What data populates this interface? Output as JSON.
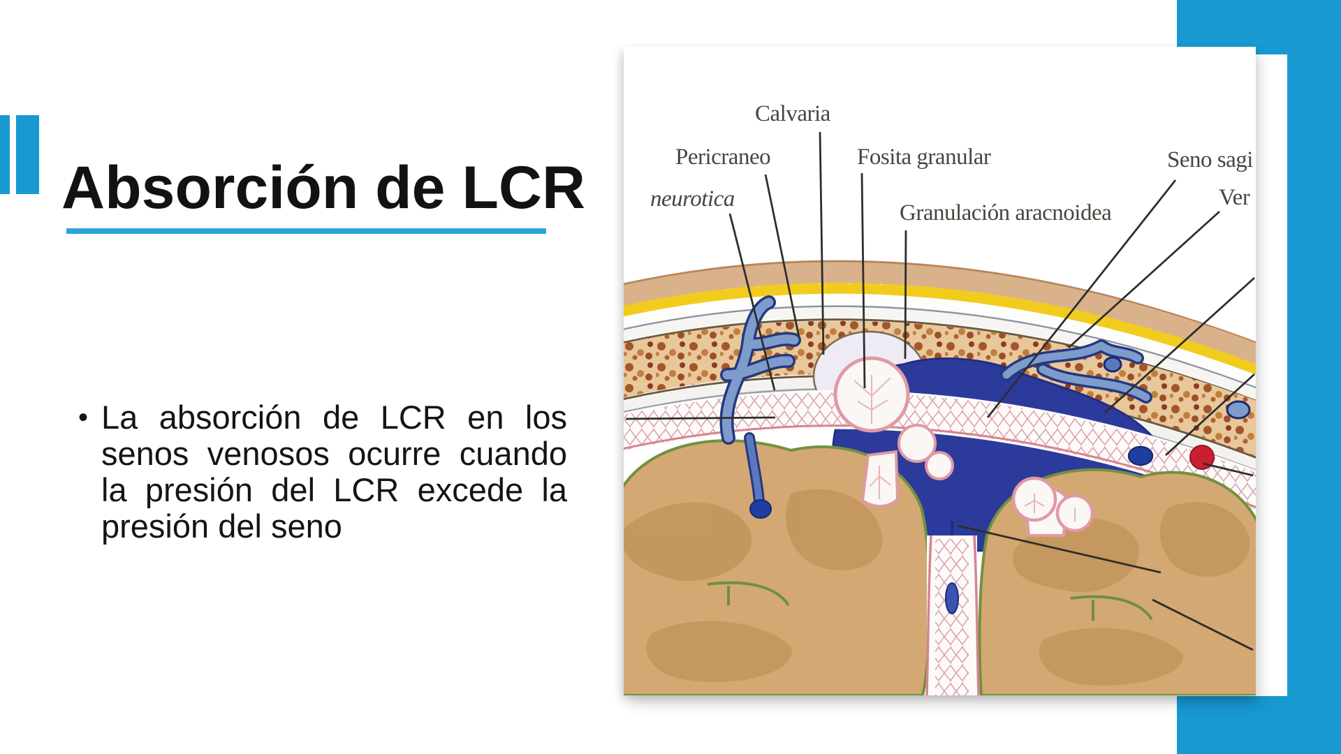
{
  "slide": {
    "title": "Absorción de LCR",
    "bullet_char": "•",
    "bullet_lines": [
      "La absorción de LCR en los",
      "senos venosos ocurre cuando",
      "la presión del LCR excede la",
      "presión del seno"
    ]
  },
  "figure": {
    "labels": [
      {
        "id": "calvaria",
        "text": "Calvaria"
      },
      {
        "id": "pericraneo",
        "text": "Pericraneo"
      },
      {
        "id": "fosita-granular",
        "text": "Fosita granular"
      },
      {
        "id": "aponeurotica-truncated",
        "text": "neurotica"
      },
      {
        "id": "granulacion-aracnoidea",
        "text": "Granulación aracnoidea"
      },
      {
        "id": "seno-sagital-truncated",
        "text": "Seno sagi"
      },
      {
        "id": "vena-truncated",
        "text": "Ver"
      }
    ]
  },
  "colors": {
    "accent_blue": "#1899D2",
    "underline_blue": "#2DA4DB",
    "text_black": "#141414",
    "sinus_blue": "#2C3A9C",
    "skin_tan": "#D9B28C",
    "fat_yellow": "#F2CC1D",
    "brain_tan": "#D3A873",
    "pia_green": "#71913F",
    "granulation_pink": "#E09AA4",
    "vein_red": "#CB1F2F",
    "vessel_steel_blue": "#7E9CCB"
  }
}
